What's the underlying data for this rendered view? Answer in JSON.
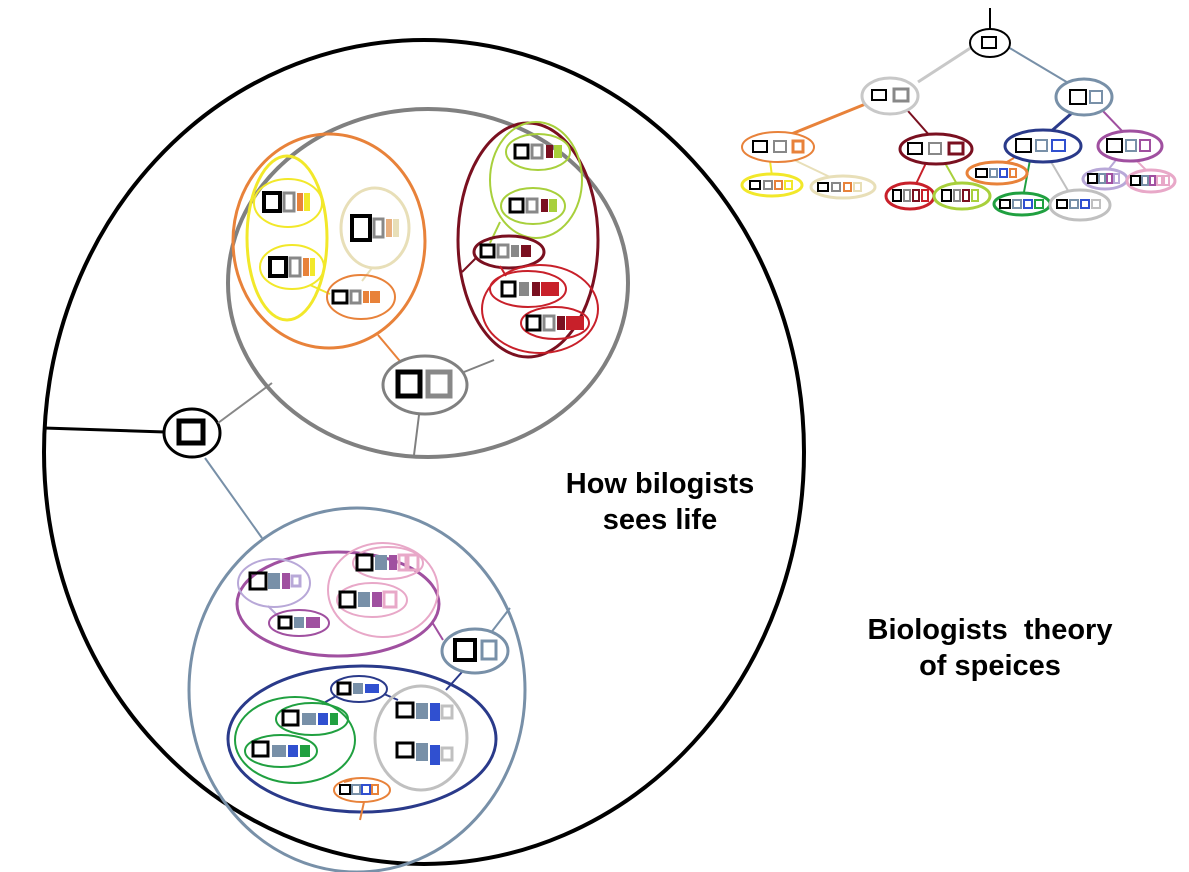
{
  "captions": {
    "life": {
      "line1": "How bilogists",
      "line2": "sees life"
    },
    "theory": {
      "line1": "Biologists  theory",
      "line2": "of speices"
    }
  },
  "colors": {
    "black": "#000000",
    "gray": "#808080",
    "light_gray": "#c8c8c8",
    "orange": "#e8823a",
    "yellow": "#f2e82a",
    "beige": "#e8dfb8",
    "dark_red": "#7a1020",
    "red": "#c8202a",
    "lime": "#a8d03c",
    "steel_blue": "#7890a8",
    "navy": "#2a3a8a",
    "purple": "#a050a0",
    "lavender": "#b8a8d8",
    "pink": "#e8a8c8",
    "green": "#20a040",
    "blue": "#3050d0",
    "silver": "#c0c0c0"
  }
}
